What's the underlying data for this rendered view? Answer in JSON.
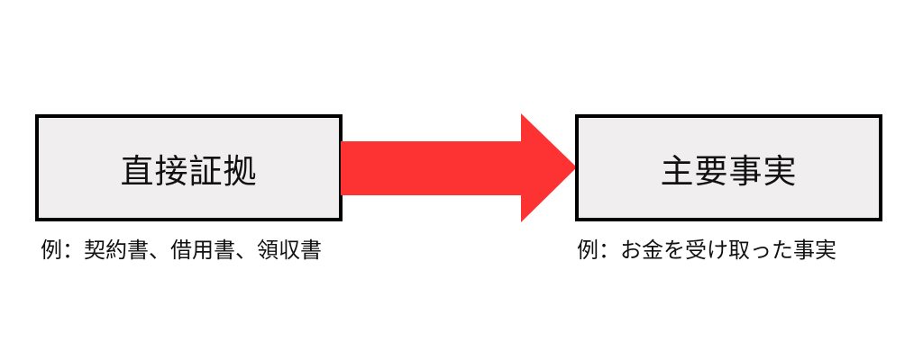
{
  "diagram": {
    "left_box": {
      "label": "直接証拠",
      "caption": "例：契約書、借用書、領収書"
    },
    "arrow": {
      "direction": "right",
      "icon": "right-arrow-icon",
      "color": "#fd3333"
    },
    "right_box": {
      "label": "主要事実",
      "caption": "例：お金を受け取った事実"
    },
    "colors": {
      "box_fill": "#f0eeef",
      "box_border": "#000000",
      "arrow": "#fd3333",
      "text": "#111111",
      "background": "#ffffff"
    }
  }
}
